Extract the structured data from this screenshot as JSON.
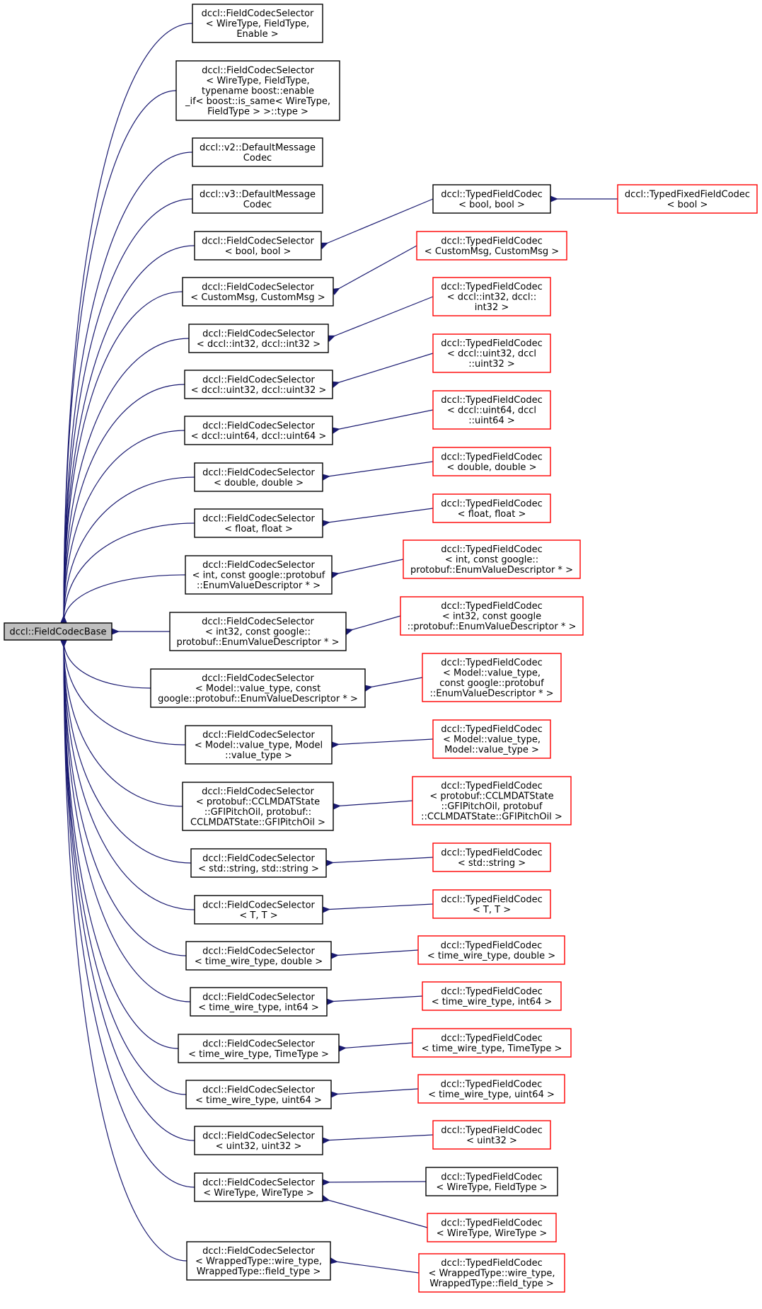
{
  "colors": {
    "edge": "#191970",
    "root_fill": "#bfbfbf",
    "node_border": "#000000",
    "undocumented_border": "#ff0000",
    "node_fill": "#ffffff"
  },
  "root": {
    "id": "base",
    "lines": [
      "dccl::FieldCodecBase"
    ]
  },
  "nodes": [
    {
      "id": "sel-enable",
      "lines": [
        "dccl::FieldCodecSelector",
        "< WireType, FieldType,",
        "Enable >"
      ]
    },
    {
      "id": "sel-enable-if",
      "lines": [
        "dccl::FieldCodecSelector",
        "< WireType, FieldType,",
        "typename boost::enable",
        "_if< boost::is_same< WireType,",
        "FieldType > >::type >"
      ]
    },
    {
      "id": "v2-default",
      "lines": [
        "dccl::v2::DefaultMessage",
        "Codec"
      ]
    },
    {
      "id": "v3-default",
      "lines": [
        "dccl::v3::DefaultMessage",
        "Codec"
      ]
    },
    {
      "id": "sel-bool",
      "lines": [
        "dccl::FieldCodecSelector",
        "< bool, bool >"
      ]
    },
    {
      "id": "sel-custommsg",
      "lines": [
        "dccl::FieldCodecSelector",
        "< CustomMsg, CustomMsg >"
      ]
    },
    {
      "id": "sel-int32",
      "lines": [
        "dccl::FieldCodecSelector",
        "< dccl::int32, dccl::int32 >"
      ]
    },
    {
      "id": "sel-uint32",
      "lines": [
        "dccl::FieldCodecSelector",
        "< dccl::uint32, dccl::uint32 >"
      ]
    },
    {
      "id": "sel-uint64",
      "lines": [
        "dccl::FieldCodecSelector",
        "< dccl::uint64, dccl::uint64 >"
      ]
    },
    {
      "id": "sel-double",
      "lines": [
        "dccl::FieldCodecSelector",
        "< double, double >"
      ]
    },
    {
      "id": "sel-float",
      "lines": [
        "dccl::FieldCodecSelector",
        "< float, float >"
      ]
    },
    {
      "id": "sel-int-enum",
      "lines": [
        "dccl::FieldCodecSelector",
        "< int, const google::protobuf",
        "::EnumValueDescriptor * >"
      ]
    },
    {
      "id": "sel-int32-enum",
      "lines": [
        "dccl::FieldCodecSelector",
        "< int32, const google::",
        "protobuf::EnumValueDescriptor * >"
      ]
    },
    {
      "id": "sel-model-enum",
      "lines": [
        "dccl::FieldCodecSelector",
        "< Model::value_type, const",
        "google::protobuf::EnumValueDescriptor * >"
      ]
    },
    {
      "id": "sel-model-model",
      "lines": [
        "dccl::FieldCodecSelector",
        "< Model::value_type, Model",
        "::value_type >"
      ]
    },
    {
      "id": "sel-ccl",
      "lines": [
        "dccl::FieldCodecSelector",
        "< protobuf::CCLMDATState",
        "::GFIPitchOil, protobuf::",
        "CCLMDATState::GFIPitchOil >"
      ]
    },
    {
      "id": "sel-string",
      "lines": [
        "dccl::FieldCodecSelector",
        "< std::string, std::string >"
      ]
    },
    {
      "id": "sel-tt",
      "lines": [
        "dccl::FieldCodecSelector",
        "< T, T >"
      ]
    },
    {
      "id": "sel-time-double",
      "lines": [
        "dccl::FieldCodecSelector",
        "< time_wire_type, double >"
      ]
    },
    {
      "id": "sel-time-int64",
      "lines": [
        "dccl::FieldCodecSelector",
        "< time_wire_type, int64 >"
      ]
    },
    {
      "id": "sel-time-timetype",
      "lines": [
        "dccl::FieldCodecSelector",
        "< time_wire_type, TimeType >"
      ]
    },
    {
      "id": "sel-time-uint64",
      "lines": [
        "dccl::FieldCodecSelector",
        "< time_wire_type, uint64 >"
      ]
    },
    {
      "id": "sel-uint32-uint32",
      "lines": [
        "dccl::FieldCodecSelector",
        "< uint32, uint32 >"
      ]
    },
    {
      "id": "sel-wire-wire",
      "lines": [
        "dccl::FieldCodecSelector",
        "< WireType, WireType >"
      ]
    },
    {
      "id": "sel-wrapped",
      "lines": [
        "dccl::FieldCodecSelector",
        "< WrappedType::wire_type,",
        "WrappedType::field_type >"
      ]
    },
    {
      "id": "tfc-bool",
      "red": false,
      "lines": [
        "dccl::TypedFieldCodec",
        "< bool, bool >"
      ]
    },
    {
      "id": "tffc-bool",
      "red": true,
      "lines": [
        "dccl::TypedFixedFieldCodec",
        "< bool >"
      ]
    },
    {
      "id": "tfc-custommsg",
      "red": true,
      "lines": [
        "dccl::TypedFieldCodec",
        "< CustomMsg, CustomMsg >"
      ]
    },
    {
      "id": "tfc-int32",
      "red": true,
      "lines": [
        "dccl::TypedFieldCodec",
        "< dccl::int32, dccl::",
        "int32 >"
      ]
    },
    {
      "id": "tfc-uint32",
      "red": true,
      "lines": [
        "dccl::TypedFieldCodec",
        "< dccl::uint32, dccl",
        "::uint32 >"
      ]
    },
    {
      "id": "tfc-uint64",
      "red": true,
      "lines": [
        "dccl::TypedFieldCodec",
        "< dccl::uint64, dccl",
        "::uint64 >"
      ]
    },
    {
      "id": "tfc-double",
      "red": true,
      "lines": [
        "dccl::TypedFieldCodec",
        "< double, double >"
      ]
    },
    {
      "id": "tfc-float",
      "red": true,
      "lines": [
        "dccl::TypedFieldCodec",
        "< float, float >"
      ]
    },
    {
      "id": "tfc-int-enum",
      "red": true,
      "lines": [
        "dccl::TypedFieldCodec",
        "< int, const google::",
        "protobuf::EnumValueDescriptor * >"
      ]
    },
    {
      "id": "tfc-int32-enum",
      "red": true,
      "lines": [
        "dccl::TypedFieldCodec",
        "< int32, const google",
        "::protobuf::EnumValueDescriptor * >"
      ]
    },
    {
      "id": "tfc-model-enum",
      "red": true,
      "lines": [
        "dccl::TypedFieldCodec",
        "< Model::value_type,",
        "const google::protobuf",
        "::EnumValueDescriptor * >"
      ]
    },
    {
      "id": "tfc-model-model",
      "red": true,
      "lines": [
        "dccl::TypedFieldCodec",
        "< Model::value_type,",
        "Model::value_type >"
      ]
    },
    {
      "id": "tfc-ccl",
      "red": true,
      "lines": [
        "dccl::TypedFieldCodec",
        "< protobuf::CCLMDATState",
        "::GFIPitchOil, protobuf",
        "::CCLMDATState::GFIPitchOil >"
      ]
    },
    {
      "id": "tfc-string",
      "red": true,
      "lines": [
        "dccl::TypedFieldCodec",
        "< std::string >"
      ]
    },
    {
      "id": "tfc-tt",
      "red": true,
      "lines": [
        "dccl::TypedFieldCodec",
        "< T, T >"
      ]
    },
    {
      "id": "tfc-time-double",
      "red": true,
      "lines": [
        "dccl::TypedFieldCodec",
        "< time_wire_type, double >"
      ]
    },
    {
      "id": "tfc-time-int64",
      "red": true,
      "lines": [
        "dccl::TypedFieldCodec",
        "< time_wire_type, int64 >"
      ]
    },
    {
      "id": "tfc-time-timetype",
      "red": true,
      "lines": [
        "dccl::TypedFieldCodec",
        "< time_wire_type, TimeType >"
      ]
    },
    {
      "id": "tfc-time-uint64",
      "red": true,
      "lines": [
        "dccl::TypedFieldCodec",
        "< time_wire_type, uint64 >"
      ]
    },
    {
      "id": "tfc-uint32-uint32",
      "red": true,
      "lines": [
        "dccl::TypedFieldCodec",
        "< uint32 >"
      ]
    },
    {
      "id": "tfc-wire-field",
      "red": false,
      "lines": [
        "dccl::TypedFieldCodec",
        "< WireType, FieldType >"
      ]
    },
    {
      "id": "tfc-wire-wire",
      "red": true,
      "lines": [
        "dccl::TypedFieldCodec",
        "< WireType, WireType >"
      ]
    },
    {
      "id": "tfc-wrapped",
      "red": true,
      "lines": [
        "dccl::TypedFieldCodec",
        "< WrappedType::wire_type,",
        "WrappedType::field_type >"
      ]
    }
  ],
  "edges": [
    [
      "base",
      "sel-enable"
    ],
    [
      "base",
      "sel-enable-if"
    ],
    [
      "base",
      "v2-default"
    ],
    [
      "base",
      "v3-default"
    ],
    [
      "base",
      "sel-bool"
    ],
    [
      "base",
      "sel-custommsg"
    ],
    [
      "base",
      "sel-int32"
    ],
    [
      "base",
      "sel-uint32"
    ],
    [
      "base",
      "sel-uint64"
    ],
    [
      "base",
      "sel-double"
    ],
    [
      "base",
      "sel-float"
    ],
    [
      "base",
      "sel-int-enum"
    ],
    [
      "base",
      "sel-int32-enum"
    ],
    [
      "base",
      "sel-model-enum"
    ],
    [
      "base",
      "sel-model-model"
    ],
    [
      "base",
      "sel-ccl"
    ],
    [
      "base",
      "sel-string"
    ],
    [
      "base",
      "sel-tt"
    ],
    [
      "base",
      "sel-time-double"
    ],
    [
      "base",
      "sel-time-int64"
    ],
    [
      "base",
      "sel-time-timetype"
    ],
    [
      "base",
      "sel-time-uint64"
    ],
    [
      "base",
      "sel-uint32-uint32"
    ],
    [
      "base",
      "sel-wire-wire"
    ],
    [
      "base",
      "sel-wrapped"
    ],
    [
      "sel-bool",
      "tfc-bool"
    ],
    [
      "tfc-bool",
      "tffc-bool"
    ],
    [
      "sel-custommsg",
      "tfc-custommsg"
    ],
    [
      "sel-int32",
      "tfc-int32"
    ],
    [
      "sel-uint32",
      "tfc-uint32"
    ],
    [
      "sel-uint64",
      "tfc-uint64"
    ],
    [
      "sel-double",
      "tfc-double"
    ],
    [
      "sel-float",
      "tfc-float"
    ],
    [
      "sel-int-enum",
      "tfc-int-enum"
    ],
    [
      "sel-int32-enum",
      "tfc-int32-enum"
    ],
    [
      "sel-model-enum",
      "tfc-model-enum"
    ],
    [
      "sel-model-model",
      "tfc-model-model"
    ],
    [
      "sel-ccl",
      "tfc-ccl"
    ],
    [
      "sel-string",
      "tfc-string"
    ],
    [
      "sel-tt",
      "tfc-tt"
    ],
    [
      "sel-time-double",
      "tfc-time-double"
    ],
    [
      "sel-time-int64",
      "tfc-time-int64"
    ],
    [
      "sel-time-timetype",
      "tfc-time-timetype"
    ],
    [
      "sel-time-uint64",
      "tfc-time-uint64"
    ],
    [
      "sel-uint32-uint32",
      "tfc-uint32-uint32"
    ],
    [
      "sel-wire-wire",
      "tfc-wire-field"
    ],
    [
      "sel-wire-wire",
      "tfc-wire-wire"
    ],
    [
      "sel-wrapped",
      "tfc-wrapped"
    ]
  ]
}
